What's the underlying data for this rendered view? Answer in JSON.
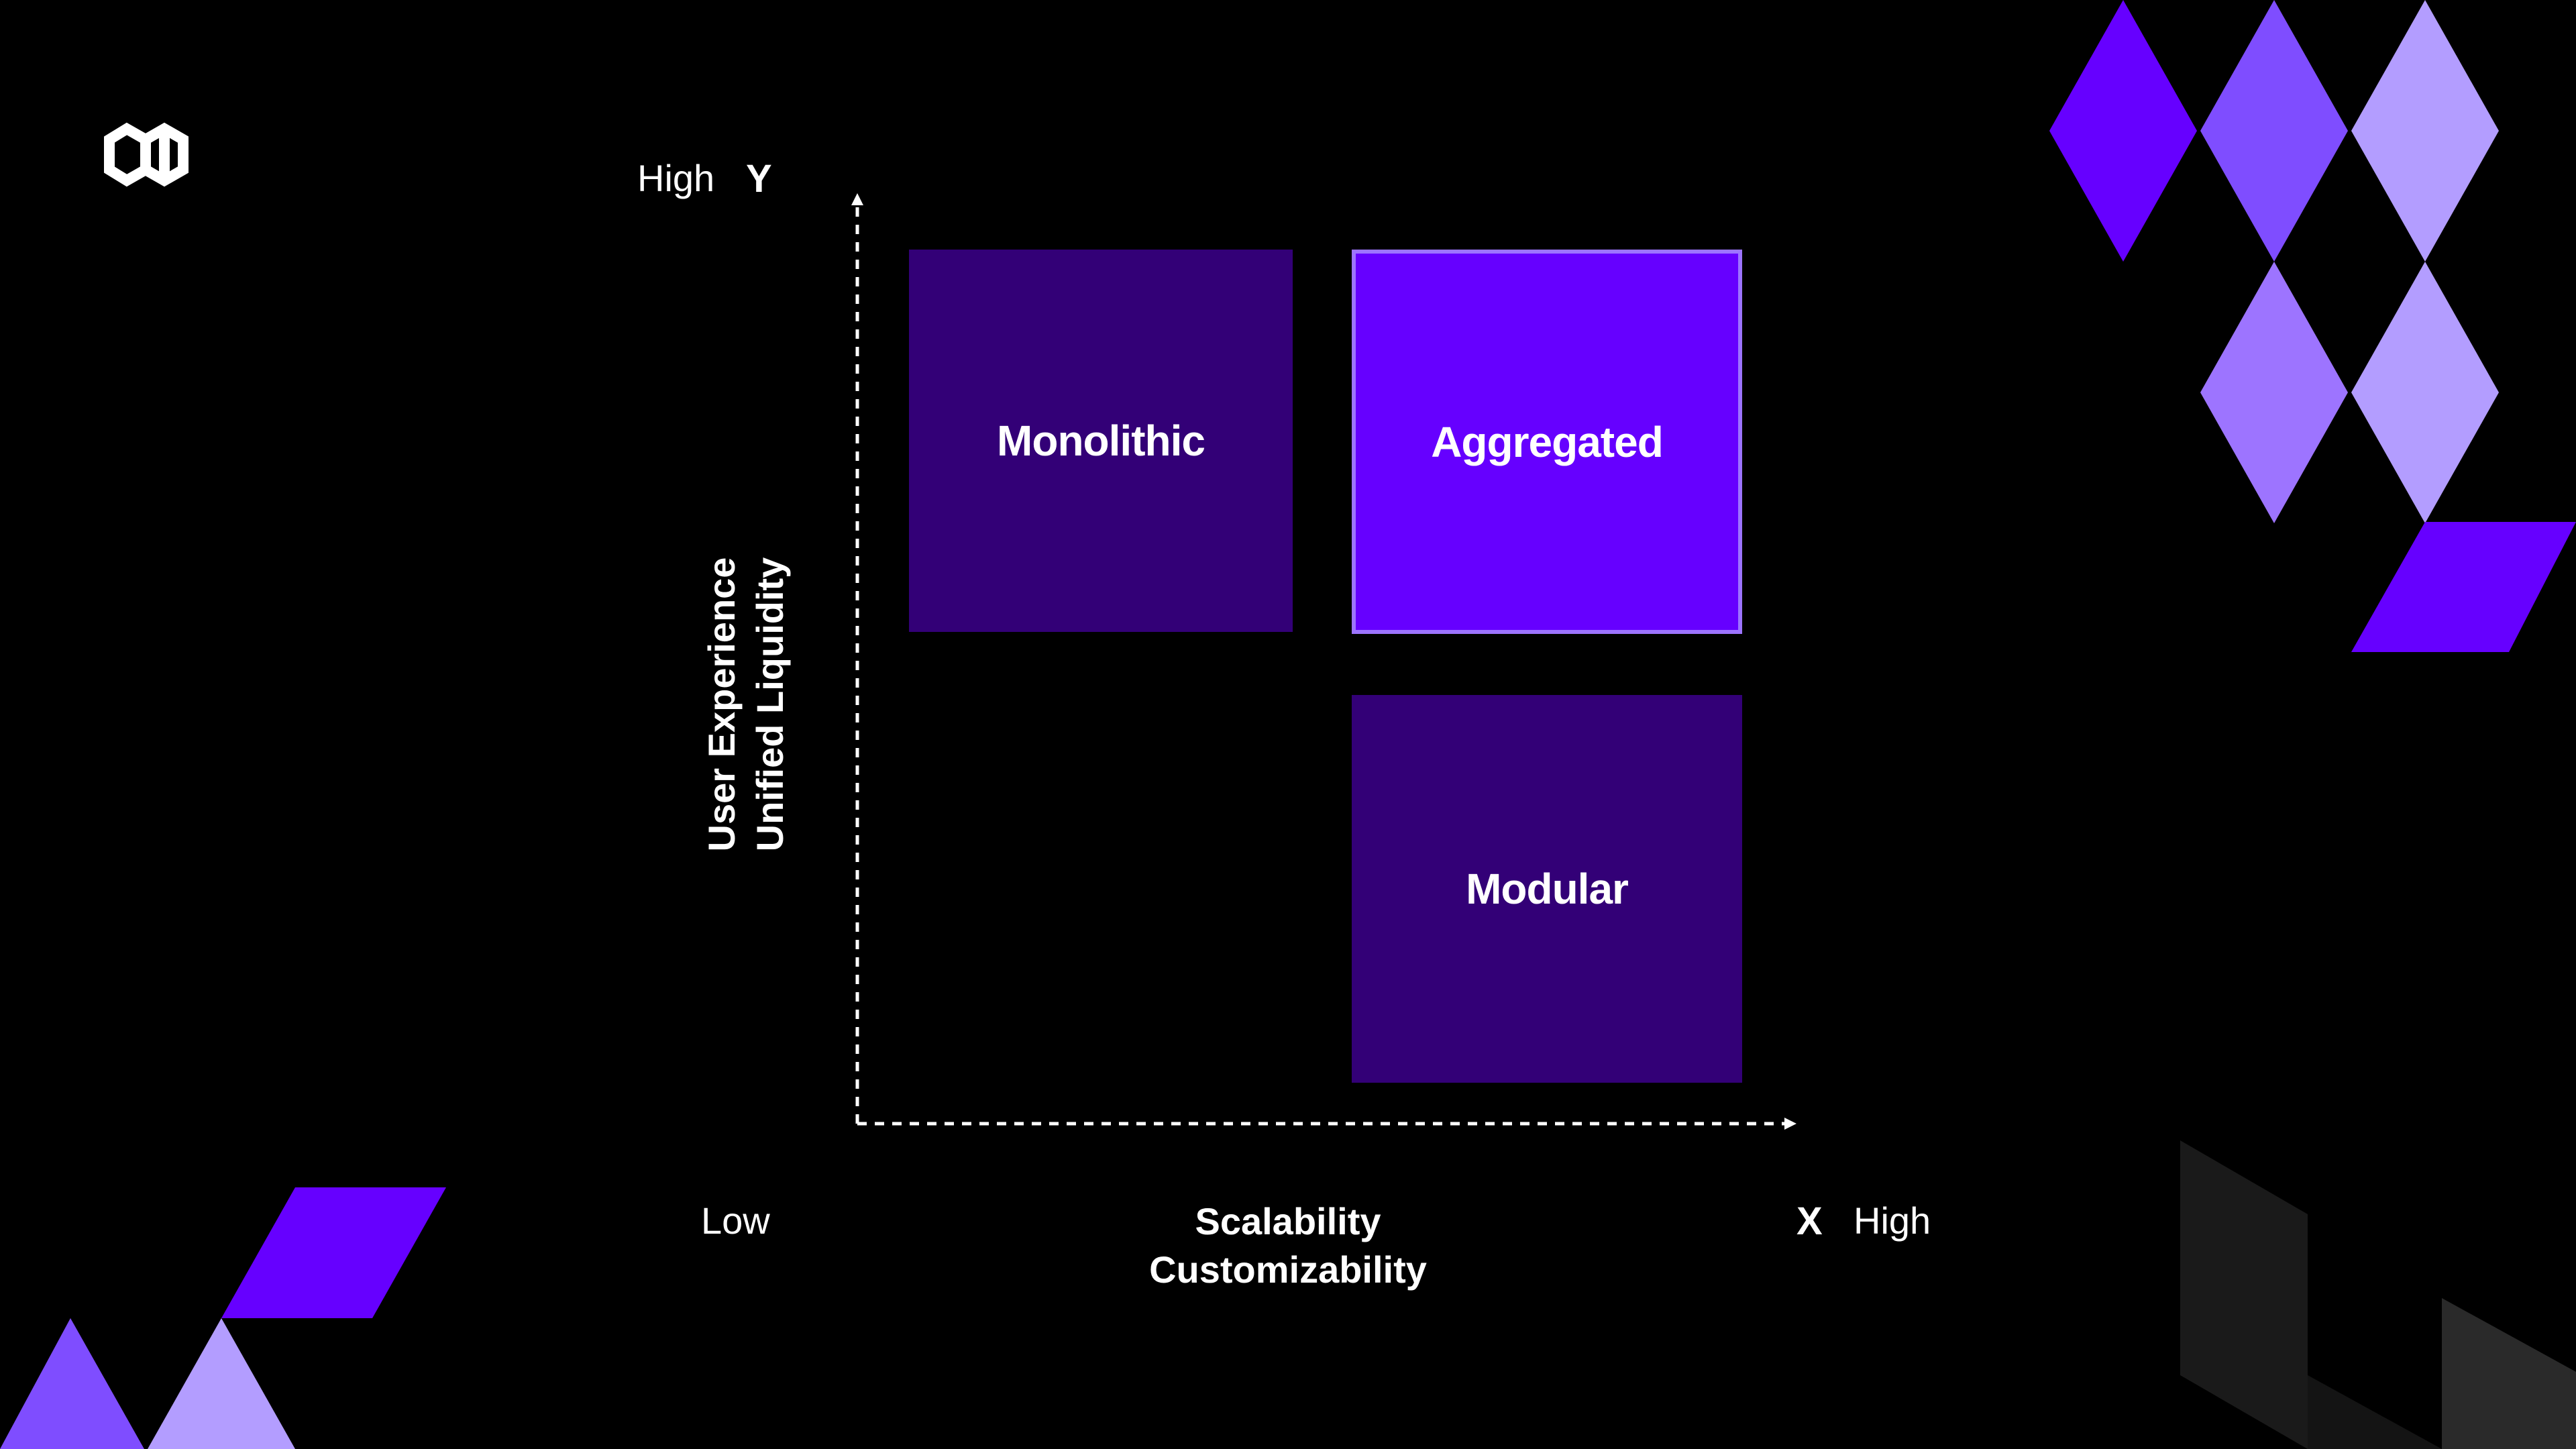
{
  "colors": {
    "background": "#000000",
    "dark_purple": "#330077",
    "bright_purple": "#6600ff",
    "light_purple": "#b39dff",
    "mid_purple": "#7f4dff",
    "border_purple": "#9d74ff"
  },
  "logo": {
    "icon": "polygon-logo-icon"
  },
  "axes": {
    "y": {
      "letter": "Y",
      "high_label": "High",
      "titles": [
        "User Experience",
        "Unified Liquidity"
      ]
    },
    "x": {
      "letter": "X",
      "high_label": "High",
      "low_label": "Low",
      "titles": [
        "Scalability",
        "Customizability"
      ]
    }
  },
  "quadrants": {
    "monolithic": "Monolithic",
    "aggregated": "Aggregated",
    "modular": "Modular"
  }
}
